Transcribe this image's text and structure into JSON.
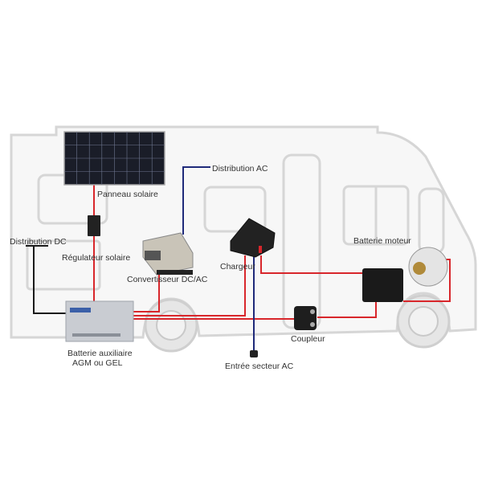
{
  "labels": {
    "solar_panel": "Panneau solaire",
    "ac_distribution": "Distribution AC",
    "dc_distribution": "Distribution DC",
    "solar_regulator": "Régulateur solaire",
    "inverter": "Convertisseur DC/AC",
    "charger": "Chargeur",
    "engine_battery": "Batterie moteur",
    "aux_battery_line1": "Batterie auxiliaire",
    "aux_battery_line2": "AGM ou GEL",
    "coupler": "Coupleur",
    "ac_inlet": "Entrée secteur AC"
  },
  "colors": {
    "dc_positive_wire": "#d8262b",
    "ac_wire": "#1f2a7a",
    "dc_negative_wire": "#1a1a1a",
    "van_outline": "#d6d6d6"
  }
}
